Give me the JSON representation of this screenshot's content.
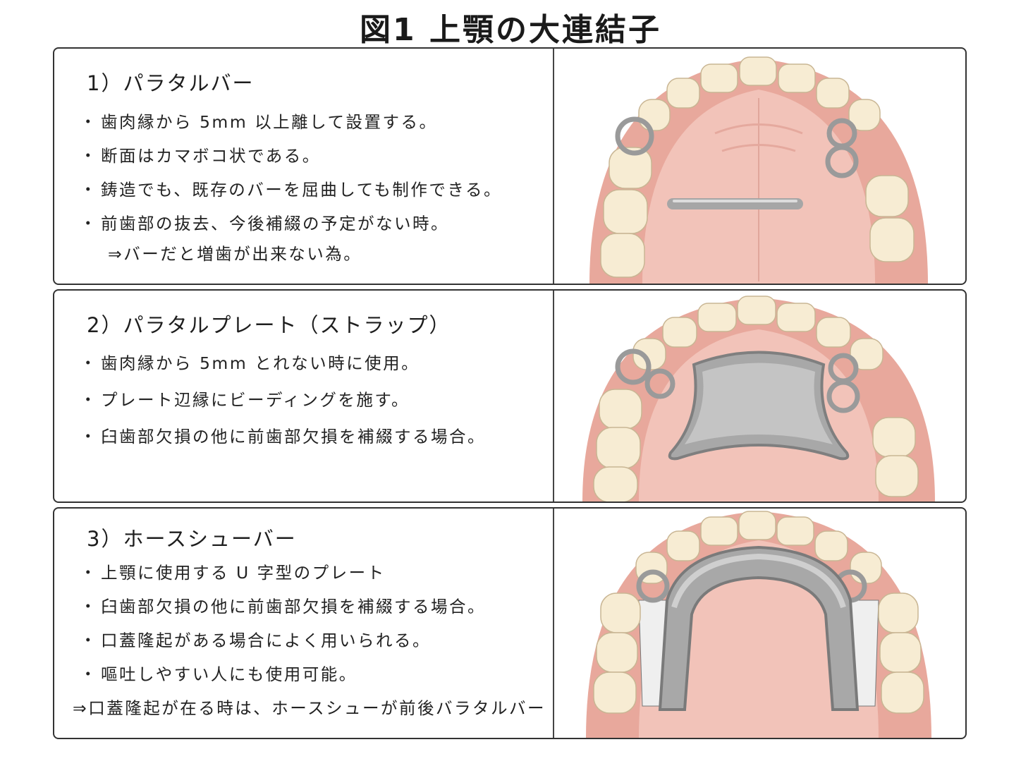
{
  "title": "図1  上顎の大連結子",
  "panels": [
    {
      "heading": "1）パラタルバー",
      "bullets": [
        "歯肉縁から 5mm 以上離して設置する。",
        "断面はカマボコ状である。",
        "鋳造でも、既存のバーを屈曲しても制作できる。",
        "前歯部の抜去、今後補綴の予定がない時。"
      ],
      "note": "⇒バーだと増歯が出来ない為。"
    },
    {
      "heading": "2）パラタルプレート（ストラップ）",
      "bullets": [
        "歯肉縁から 5mm とれない時に使用。",
        "プレート辺縁にビーディングを施す。",
        "臼歯部欠損の他に前歯部欠損を補綴する場合。"
      ]
    },
    {
      "heading": "3）ホースシューバー",
      "bullets": [
        "上顎に使用する U 字型のプレート",
        "臼歯部欠損の他に前歯部欠損を補綴する場合。",
        "口蓋隆起がある場合によく用いられる。",
        "嘔吐しやすい人にも使用可能。"
      ],
      "note": "⇒口蓋隆起が在る時は、ホースシューが前後バラタルバー"
    }
  ],
  "bullet_symbol": "・",
  "colors": {
    "gum": "#e8a89c",
    "palate": "#f2c3b9",
    "tooth": "#f7ecd3",
    "metal": "#a9a9a9",
    "border": "#333333"
  }
}
